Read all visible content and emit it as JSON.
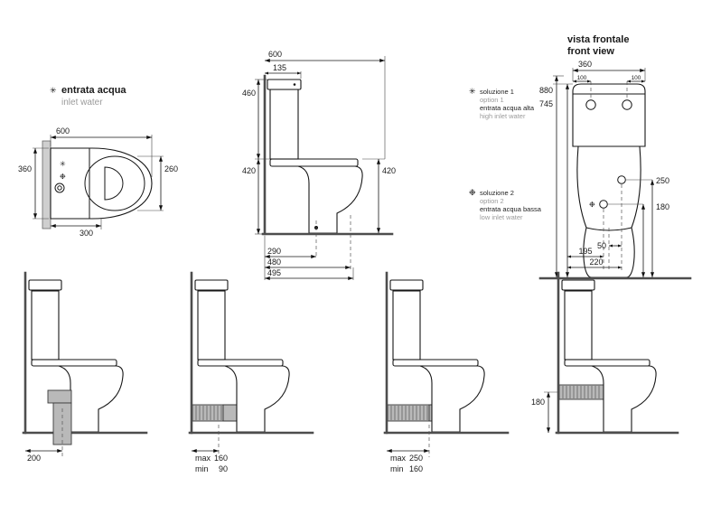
{
  "legend": {
    "symbol": "✳",
    "title": "entrata acqua",
    "subtitle": "inlet water"
  },
  "plan_view": {
    "dim_top": "600",
    "dim_left": "360",
    "dim_right": "260",
    "dim_bottom": "300"
  },
  "side_view": {
    "dim_total_depth": "600",
    "dim_tank_depth": "135",
    "dim_upper_height": "460",
    "dim_seat_height_left": "420",
    "dim_seat_height_right": "420",
    "dim_drain": "290",
    "dim_depth1": "480",
    "dim_depth2": "495"
  },
  "front_view": {
    "title_line1": "vista frontale",
    "title_line2": "front view",
    "dim_width": "360",
    "dim_inlet_left": "100",
    "dim_inlet_right": "100",
    "dim_total_height": "880",
    "dim_tank_top": "745",
    "dim_inlet_high": "250",
    "dim_inlet_low": "180",
    "dim_50": "50",
    "dim_195": "195",
    "dim_220": "220"
  },
  "option1": {
    "symbol": "✳",
    "line1": "soluzione 1",
    "line2": "option 1",
    "line3": "entrata acqua alta",
    "line4": "high inlet water"
  },
  "option2": {
    "symbol": "❉",
    "line1": "soluzione 2",
    "line2": "option 2",
    "line3": "entrata acqua bassa",
    "line4": "low inlet water"
  },
  "bottom_views": {
    "v1": {
      "dim": "200"
    },
    "v2": {
      "max_label": "max",
      "max_value": "160",
      "min_label": "min",
      "min_value": "90"
    },
    "v3": {
      "max_label": "max",
      "max_value": "250",
      "min_label": "min",
      "min_value": "160"
    },
    "v4": {
      "dim": "180"
    }
  }
}
